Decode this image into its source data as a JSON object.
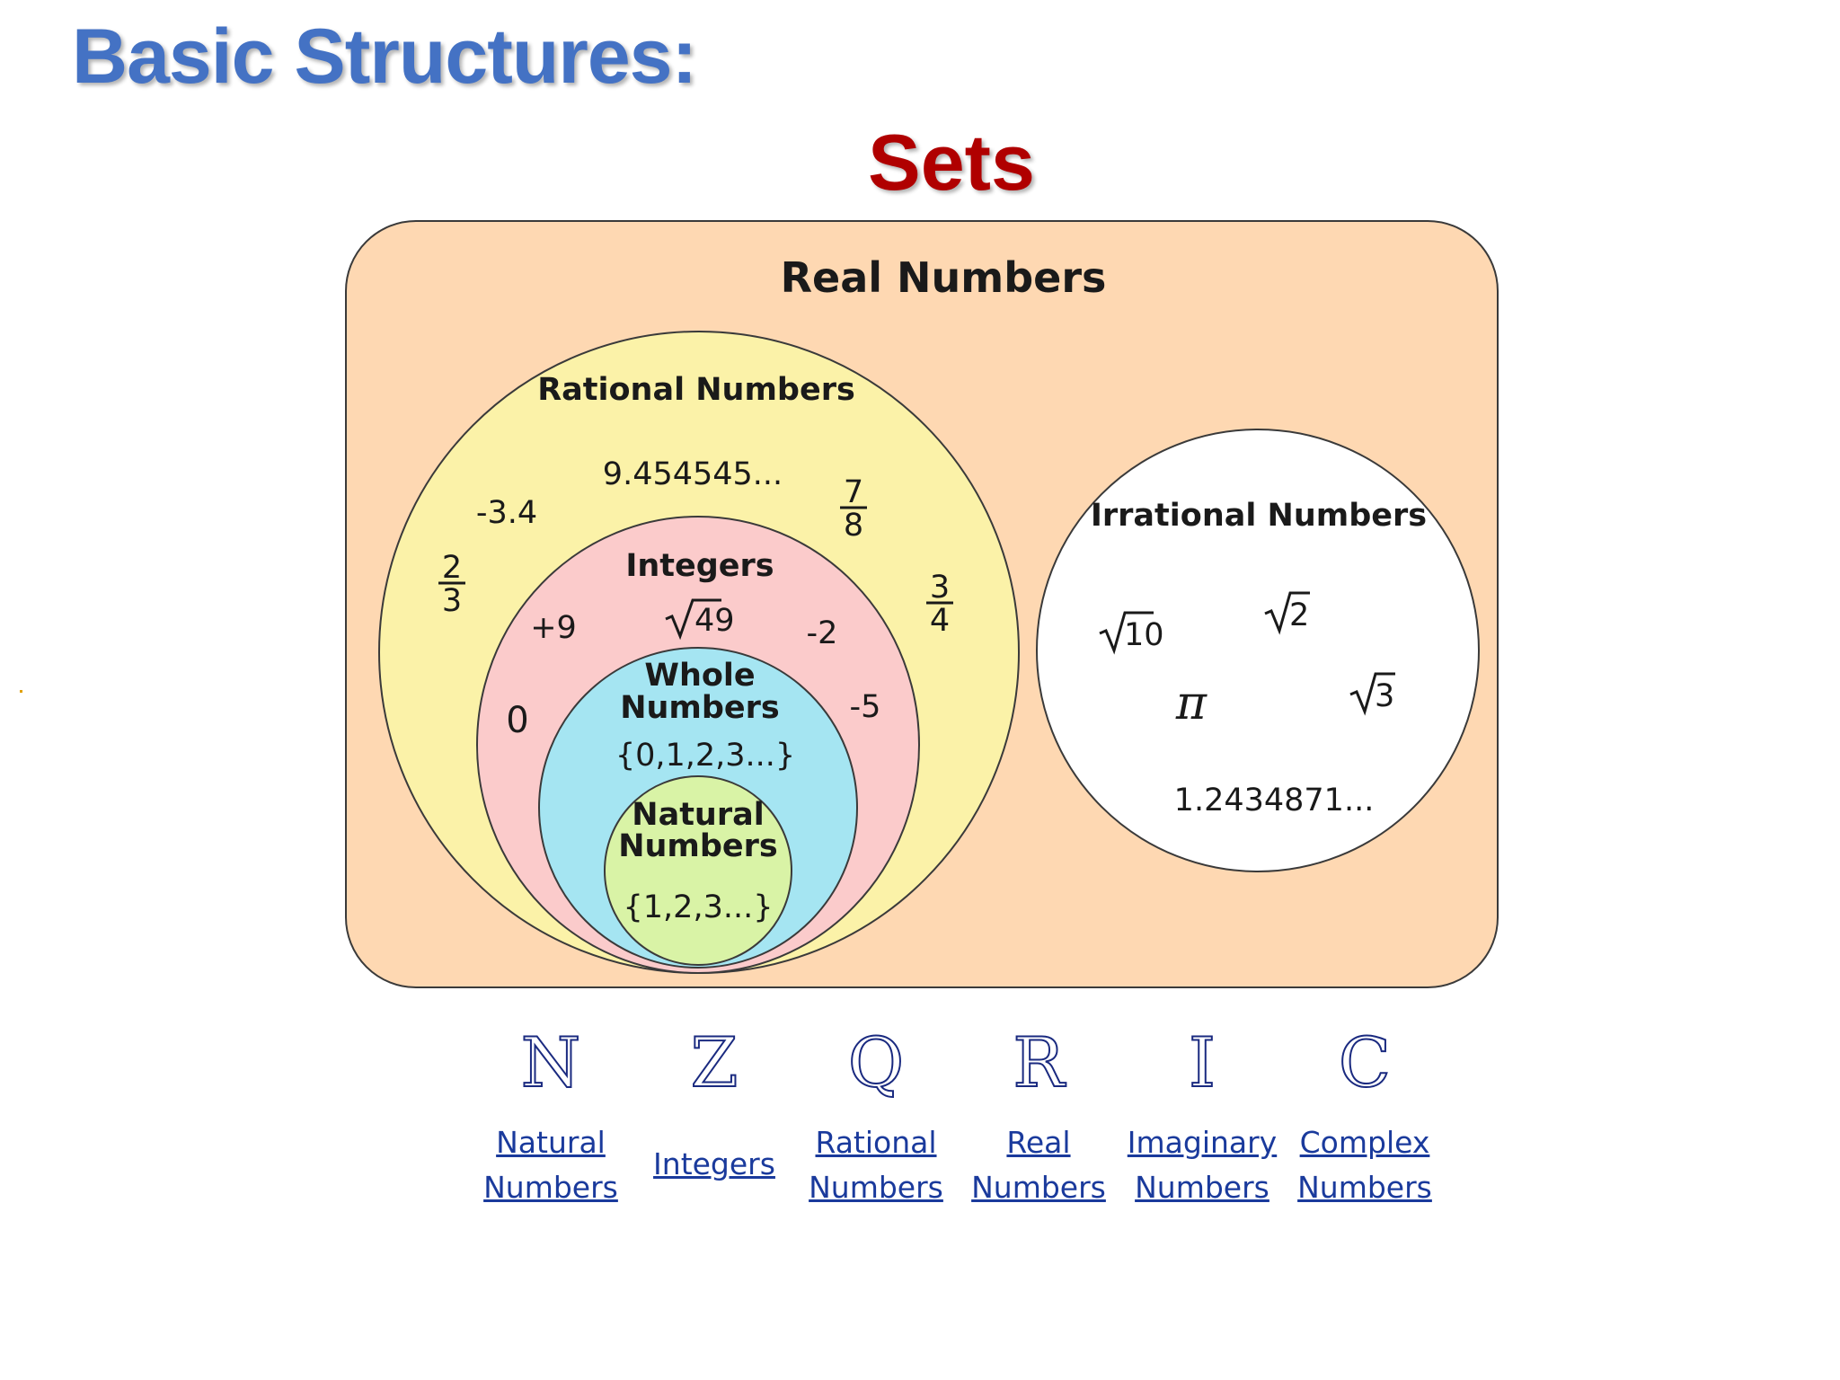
{
  "slide": {
    "title": "Basic Structures:",
    "subtitle": "Sets"
  },
  "diagram": {
    "colors": {
      "real": "#FED8B2",
      "rational": "#FBF2A8",
      "integers": "#FBCBCB",
      "whole": "#A5E5F2",
      "natural": "#D9F3A6",
      "irrational": "#FFFFFF",
      "outline": "#3a3a3a"
    },
    "real_label": "Real Numbers",
    "rational_label": "Rational Numbers",
    "integers_label": "Integers",
    "whole_label_line1": "Whole",
    "whole_label_line2": "Numbers",
    "whole_example": "{0,1,2,3...}",
    "natural_label_line1": "Natural",
    "natural_label_line2": "Numbers",
    "natural_example": "{1,2,3...}",
    "irrational_label": "Irrational Numbers",
    "rational_examples": {
      "repeating": "9.454545...",
      "neg_decimal": "-3.4",
      "frac_78": {
        "num": "7",
        "den": "8"
      },
      "frac_23": {
        "num": "2",
        "den": "3"
      },
      "frac_34": {
        "num": "3",
        "den": "4"
      }
    },
    "integer_examples": {
      "plus_nine": "+9",
      "root_49": "49",
      "neg_two": "-2",
      "neg_five": "-5",
      "zero": "0"
    },
    "irrational_examples": {
      "root_10": "10",
      "root_2": "2",
      "root_3": "3",
      "pi": "π",
      "decimal": "1.2434871..."
    }
  },
  "set_symbols": [
    {
      "symbol": "N",
      "line1": "Natural",
      "line2": "Numbers"
    },
    {
      "symbol": "Z",
      "line1": "Integers",
      "line2": ""
    },
    {
      "symbol": "Q",
      "line1": "Rational",
      "line2": "Numbers"
    },
    {
      "symbol": "R",
      "line1": "Real",
      "line2": "Numbers"
    },
    {
      "symbol": "I",
      "line1": "Imaginary",
      "line2": "Numbers"
    },
    {
      "symbol": "C",
      "line1": "Complex",
      "line2": "Numbers"
    }
  ]
}
